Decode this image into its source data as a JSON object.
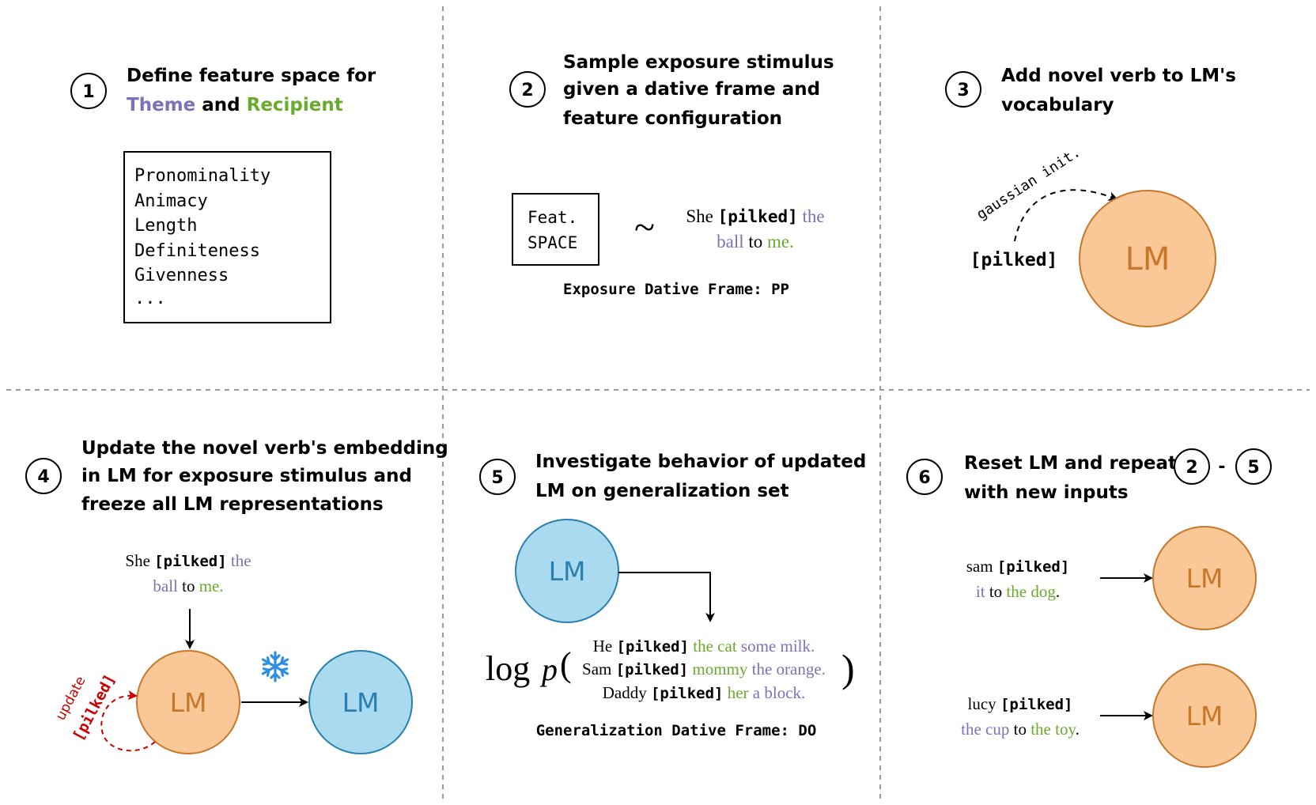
{
  "colors": {
    "theme": "#7b72b9",
    "recipient": "#6aaa2c",
    "lm_orange_fill": "#f9c896",
    "lm_orange_stroke": "#c8772a",
    "lm_blue_fill": "#aadaf0",
    "lm_blue_stroke": "#2a7fae",
    "update_red": "#cc0000",
    "snowflake": "#2e8fe0"
  },
  "icons": {
    "frozen": "snowflake-icon"
  },
  "panel1": {
    "step": "1",
    "title_line1": "Define feature space for",
    "title_theme": "Theme",
    "title_and": " and ",
    "title_recipient": "Recipient",
    "features": [
      "Pronominality",
      "Animacy",
      "Length",
      "Definiteness",
      "Givenness",
      "..."
    ]
  },
  "panel2": {
    "step": "2",
    "title_lines": [
      "Sample exposure stimulus",
      "given a dative frame and",
      "feature configuration"
    ],
    "box_line1": "Feat.",
    "box_line2": "SPACE",
    "tilde": "~",
    "stim_she": "She ",
    "stim_verb": "[pilked]",
    "stim_the": " the",
    "stim_ball": "ball",
    "stim_to": " to ",
    "stim_me": "me",
    "stim_period": ".",
    "frame_label": "Exposure Dative Frame: PP"
  },
  "panel3": {
    "step": "3",
    "title_lines": [
      "Add novel verb to LM's",
      "vocabulary"
    ],
    "init_label": "gaussian init.",
    "verb": "[pilked]",
    "lm": "LM"
  },
  "panel4": {
    "step": "4",
    "title_lines": [
      "Update the novel verb's embedding",
      "in LM for exposure stimulus and",
      "freeze all LM representations"
    ],
    "stim_she": "She ",
    "stim_verb": "[pilked]",
    "stim_the": " the",
    "stim_ball": "ball",
    "stim_to": " to ",
    "stim_me": "me",
    "stim_period": ".",
    "update_word": "update",
    "update_verb": "[pilked]",
    "lm_left": "LM",
    "lm_right": "LM"
  },
  "panel5": {
    "step": "5",
    "title_lines": [
      "Investigate behavior of updated",
      "LM on generalization set"
    ],
    "lm": "LM",
    "log": "log",
    "p": "p",
    "open_paren": "(",
    "close_paren": ")",
    "sentences": [
      {
        "subject": "He ",
        "verb": "[pilked]",
        "recipient": " the cat",
        "theme": " some milk",
        "end": "."
      },
      {
        "subject": "Sam ",
        "verb": "[pilked]",
        "recipient": " mommy",
        "theme": " the orange",
        "end": "."
      },
      {
        "subject": "Daddy ",
        "verb": "[pilked]",
        "recipient": " her",
        "theme": " a block",
        "end": "."
      }
    ],
    "frame_label": "Generalization Dative Frame: DO"
  },
  "panel6": {
    "step": "6",
    "title_line1": "Reset LM and repeat",
    "title_line2": "with new inputs",
    "range_start": "2",
    "range_dash": "-",
    "range_end": "5",
    "input1_subject": "sam ",
    "input1_verb": "[pilked]",
    "input1_theme": "it",
    "input1_to": " to ",
    "input1_recipient": "the dog",
    "input1_end": ".",
    "input2_subject": "lucy ",
    "input2_verb": "[pilked]",
    "input2_theme": "the cup",
    "input2_to": " to ",
    "input2_recipient": "the toy",
    "input2_end": ".",
    "lm_top": "LM",
    "lm_bottom": "LM"
  }
}
